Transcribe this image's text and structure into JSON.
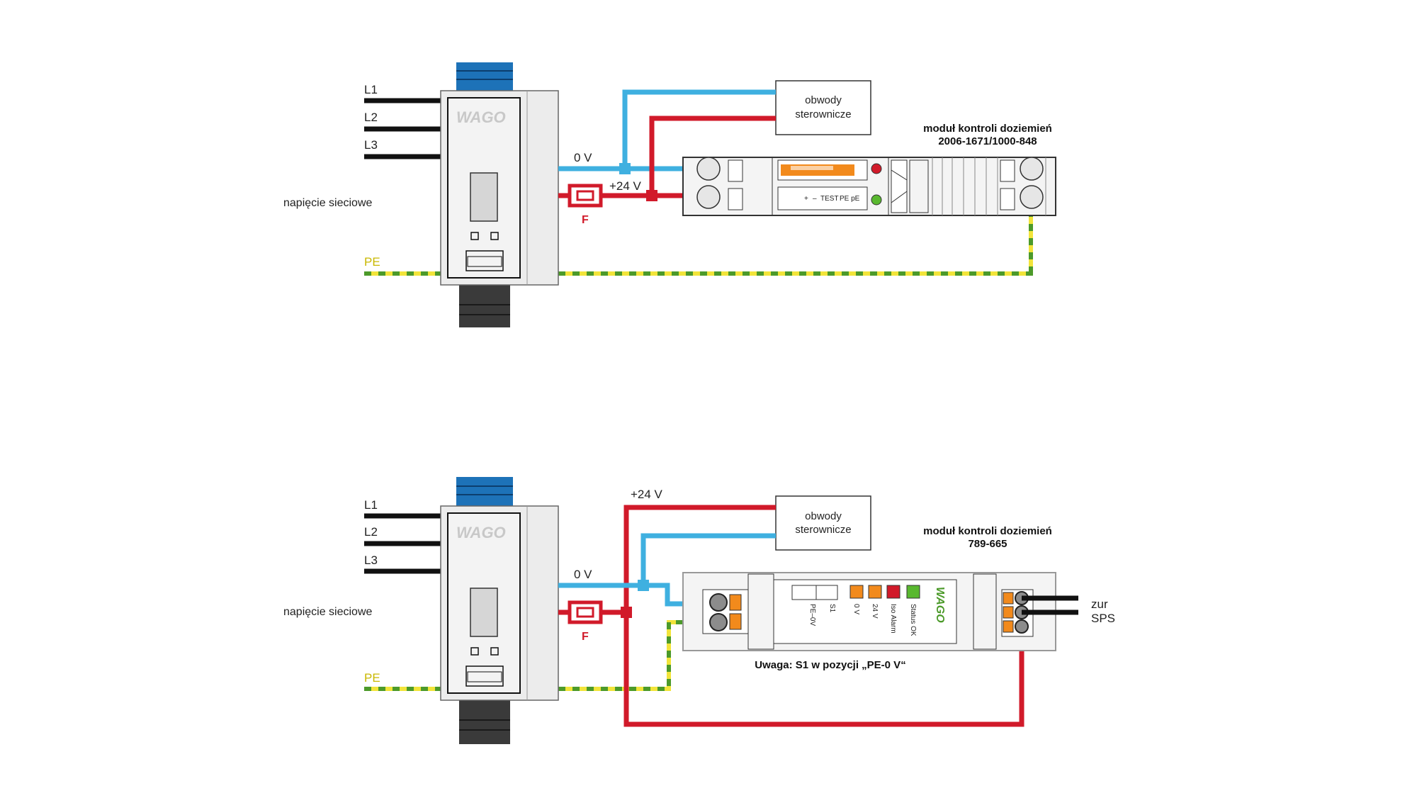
{
  "colors": {
    "plus24": "#d11a2a",
    "zero_v": "#3fb0e0",
    "mains": "#111111",
    "pe_yellow": "#f2e43a",
    "pe_green": "#4c9a2a",
    "psu_blue": "#1d72b8",
    "psu_dark": "#3a3a3a",
    "psu_body": "#ececec"
  },
  "top": {
    "lines": [
      "L1",
      "L2",
      "L3"
    ],
    "mains_label": "napięcie sieciowe",
    "pe_label": "PE",
    "logo": "WAGO",
    "zero_v_label": "0 V",
    "plus24_label": "+24 V",
    "fuse_label": "F",
    "control_box": {
      "line1": "obwody",
      "line2": "sterownicze"
    },
    "module_title": "moduł kontroli doziemień",
    "module_number": "2006-1671/1000-848",
    "module_labels": {
      "test": "TEST",
      "pe": "PE  pE",
      "minus": "–",
      "plus": "+"
    }
  },
  "bottom": {
    "lines": [
      "L1",
      "L2",
      "L3"
    ],
    "mains_label": "napięcie sieciowe",
    "pe_label": "PE",
    "logo": "WAGO",
    "zero_v_label": "0 V",
    "plus24_label": "+24 V",
    "fuse_label": "F",
    "control_box": {
      "line1": "obwody",
      "line2": "sterownicze"
    },
    "module_title": "moduł kontroli doziemień",
    "module_number": "789-665",
    "module_labels": {
      "s1": "S1",
      "pe0v": "PE–0V",
      "ov": "0 V",
      "v24": "24 V",
      "iso": "Iso Alarm",
      "status": "Status OK",
      "logo": "WAGO"
    },
    "note": "Uwaga: S1 w pozycji „PE-0 V“",
    "sps_line1": "zur",
    "sps_line2": "SPS"
  }
}
